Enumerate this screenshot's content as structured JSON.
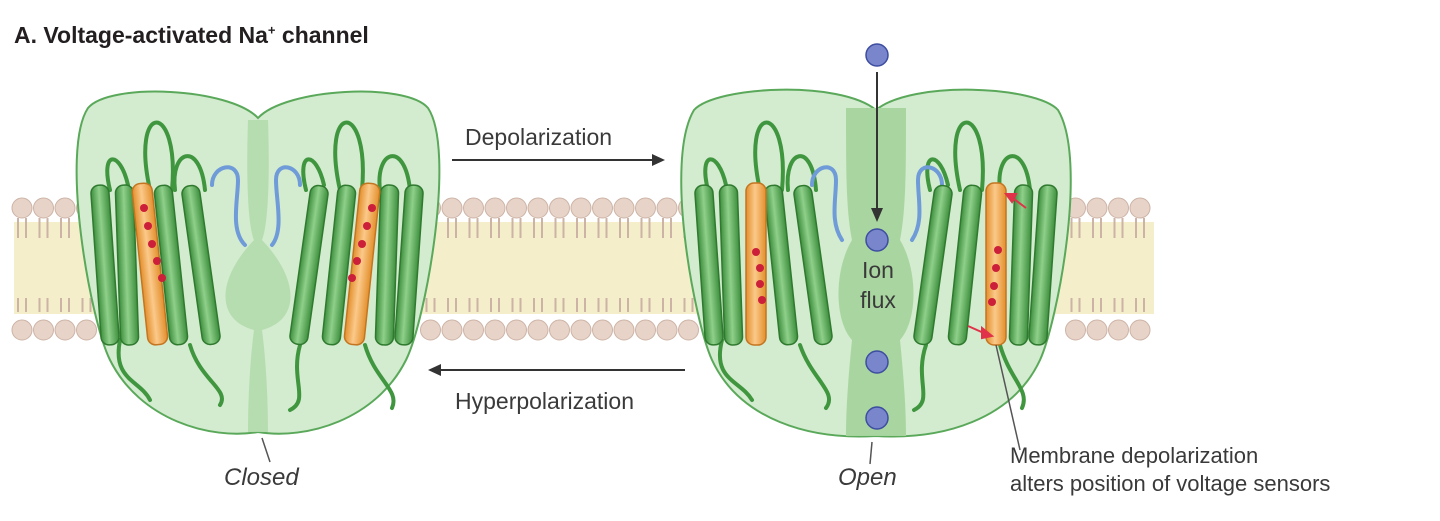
{
  "title": {
    "prefix": "A. Voltage-activated Na",
    "superscript": "+",
    "suffix": " channel"
  },
  "arrows": {
    "forward": "Depolarization",
    "reverse": "Hyperpolarization"
  },
  "states": {
    "closed": "Closed",
    "open": "Open"
  },
  "ion_flux": {
    "line1": "Ion",
    "line2": "flux"
  },
  "annotation": {
    "line1": "Membrane depolarization",
    "line2": "alters position of voltage sensors"
  },
  "colors": {
    "protein_fill": "#d3ebcf",
    "protein_outline": "#5aa85a",
    "helix": "#52a352",
    "sensor_helix": "#f0a94a",
    "charge": "#cc1f3a",
    "loop_blue": "#6f9bd8",
    "membrane_core": "#f5eecb",
    "lipid_head": "#e7d3c8",
    "ion": "#7a86cc"
  }
}
